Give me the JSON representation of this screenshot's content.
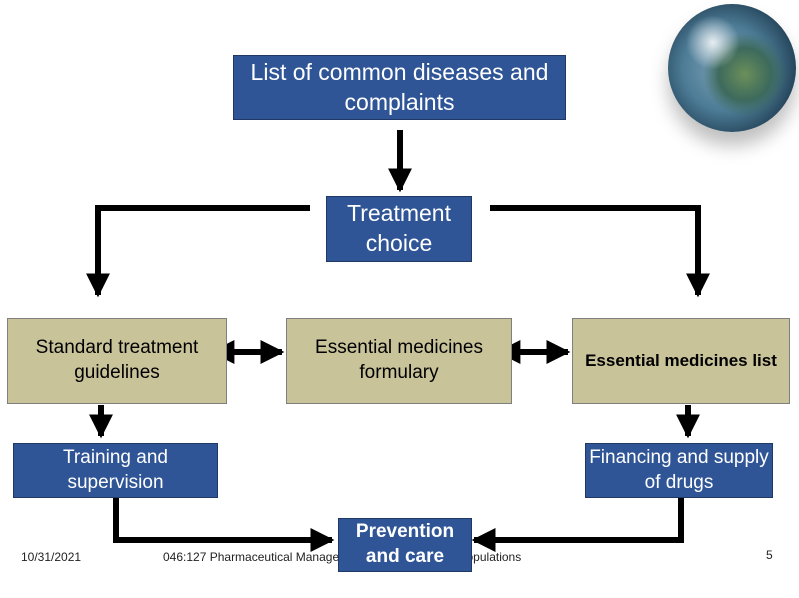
{
  "nodes": {
    "diseases": "List of common diseases and complaints",
    "treatment": "Treatment choice",
    "stg": "Standard treatment guidelines",
    "formulary": "Essential medicines formulary",
    "eml": "Essential medicines list",
    "training": "Training and supervision",
    "financing": "Financing and supply of drugs",
    "prevention": "Prevention and care"
  },
  "footer": {
    "date": "10/31/2021",
    "course": "046:127 Pharmaceutical Management for Underserved Populations",
    "page": "5"
  },
  "colors": {
    "blue_box": "#2f5597",
    "olive_box": "#c9c39a",
    "arrow": "#000000"
  }
}
